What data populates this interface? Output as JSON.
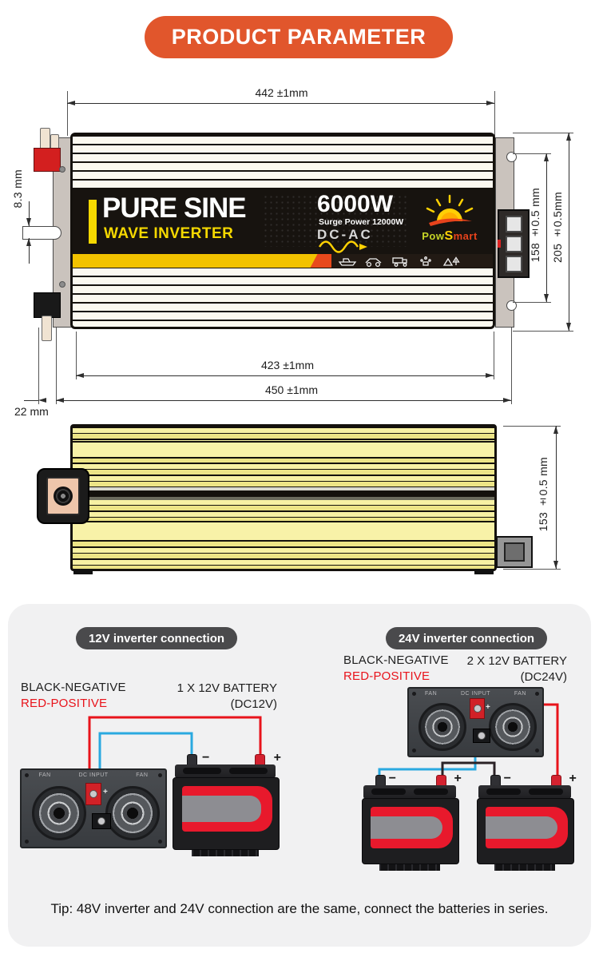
{
  "header": {
    "title": "PRODUCT PARAMETER"
  },
  "front_view": {
    "dimensions": {
      "top_width": "442 ±1mm",
      "mount_slot": "8.3 mm",
      "body_height": "158 ±0.5 mm",
      "overall_height": "205 ±0.5mm",
      "body_width": "423 ±1mm",
      "overall_width": "450 ±1mm",
      "terminal_offset": "22 mm"
    },
    "label": {
      "brand_line1": "PURE SINE",
      "brand_line2": "WAVE INVERTER",
      "power": "6000W",
      "surge": "Surge Power 12000W",
      "conversion": "DC-AC",
      "logo_part1": "Pow",
      "logo_part2": "S",
      "logo_part3": "mart"
    }
  },
  "side_view": {
    "dimensions": {
      "height": "153 ±0.5 mm"
    }
  },
  "connections": {
    "v12": {
      "title": "12V inverter connection",
      "negative": "BLACK-NEGATIVE",
      "positive": "RED-POSITIVE",
      "battery_line1": "1 X 12V BATTERY",
      "battery_line2": "(DC12V)"
    },
    "v24": {
      "title": "24V inverter connection",
      "negative": "BLACK-NEGATIVE",
      "positive": "RED-POSITIVE",
      "battery_line1": "2 X 12V BATTERY",
      "battery_line2": "(DC24V)"
    },
    "inverter_labels": {
      "fan": "FAN",
      "dc_input": "DC INPUT",
      "plus": "+"
    },
    "battery_signs": {
      "minus": "−",
      "plus": "+"
    },
    "tip": "Tip: 48V inverter and 24V connection are the same, connect the batteries in series."
  },
  "colors": {
    "banner_orange": "#e1562c",
    "accent_yellow": "#f2c200",
    "accent_orange": "#e8491c",
    "wire_red": "#e8131b",
    "wire_blue": "#2aa9e0",
    "pill_gray": "#4a4a4c",
    "battery_red": "#e8192c"
  }
}
